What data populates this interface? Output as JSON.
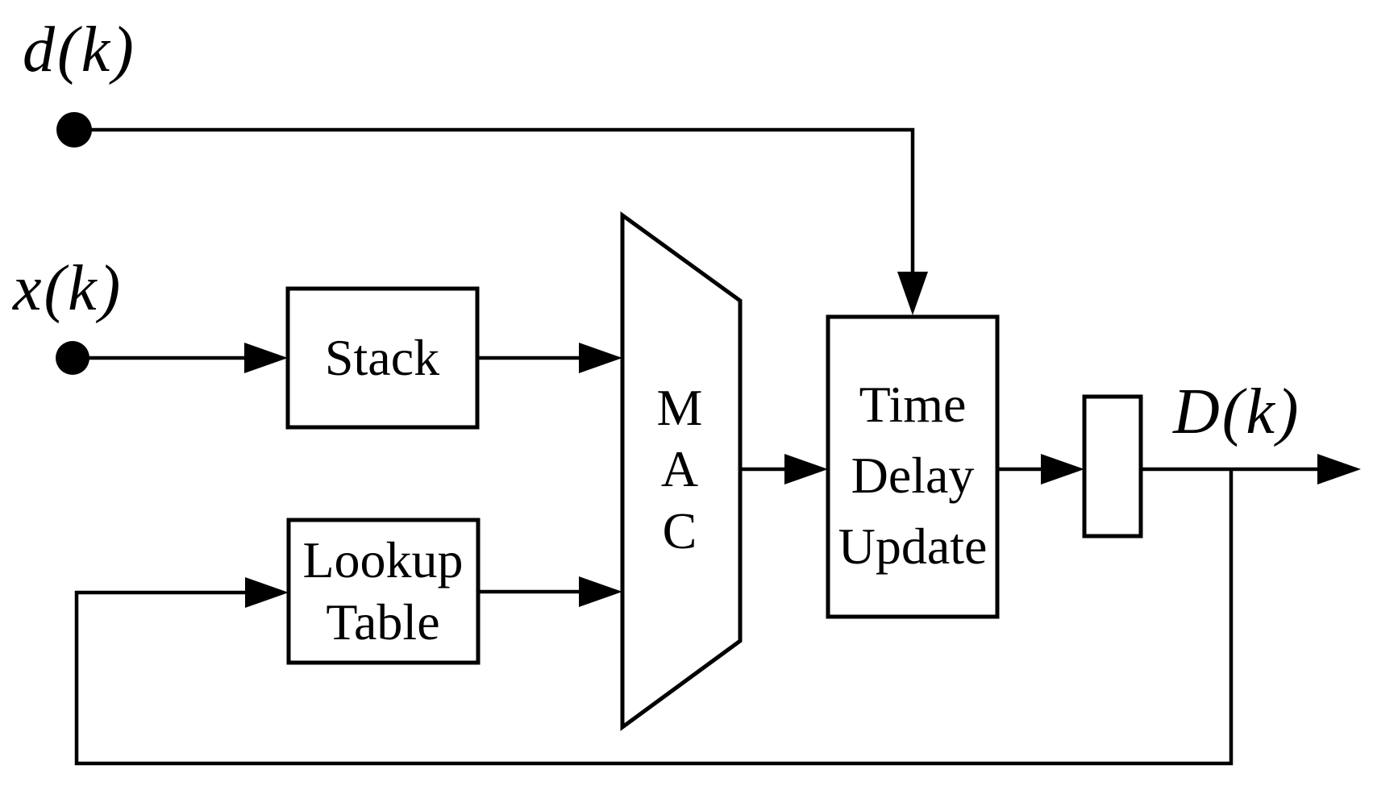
{
  "colors": {
    "ink": "#000000",
    "background": "#ffffff"
  },
  "labels": {
    "input_top": "d(k)",
    "input_bottom": "x(k)",
    "output": "D(k)"
  },
  "blocks": {
    "stack": {
      "label": "Stack"
    },
    "lookup_table": {
      "lines": [
        "Lookup",
        "Table"
      ]
    },
    "mac": {
      "letters": [
        "M",
        "A",
        "C"
      ]
    },
    "time_delay_update": {
      "lines": [
        "Time",
        "Delay",
        "Update"
      ]
    }
  }
}
